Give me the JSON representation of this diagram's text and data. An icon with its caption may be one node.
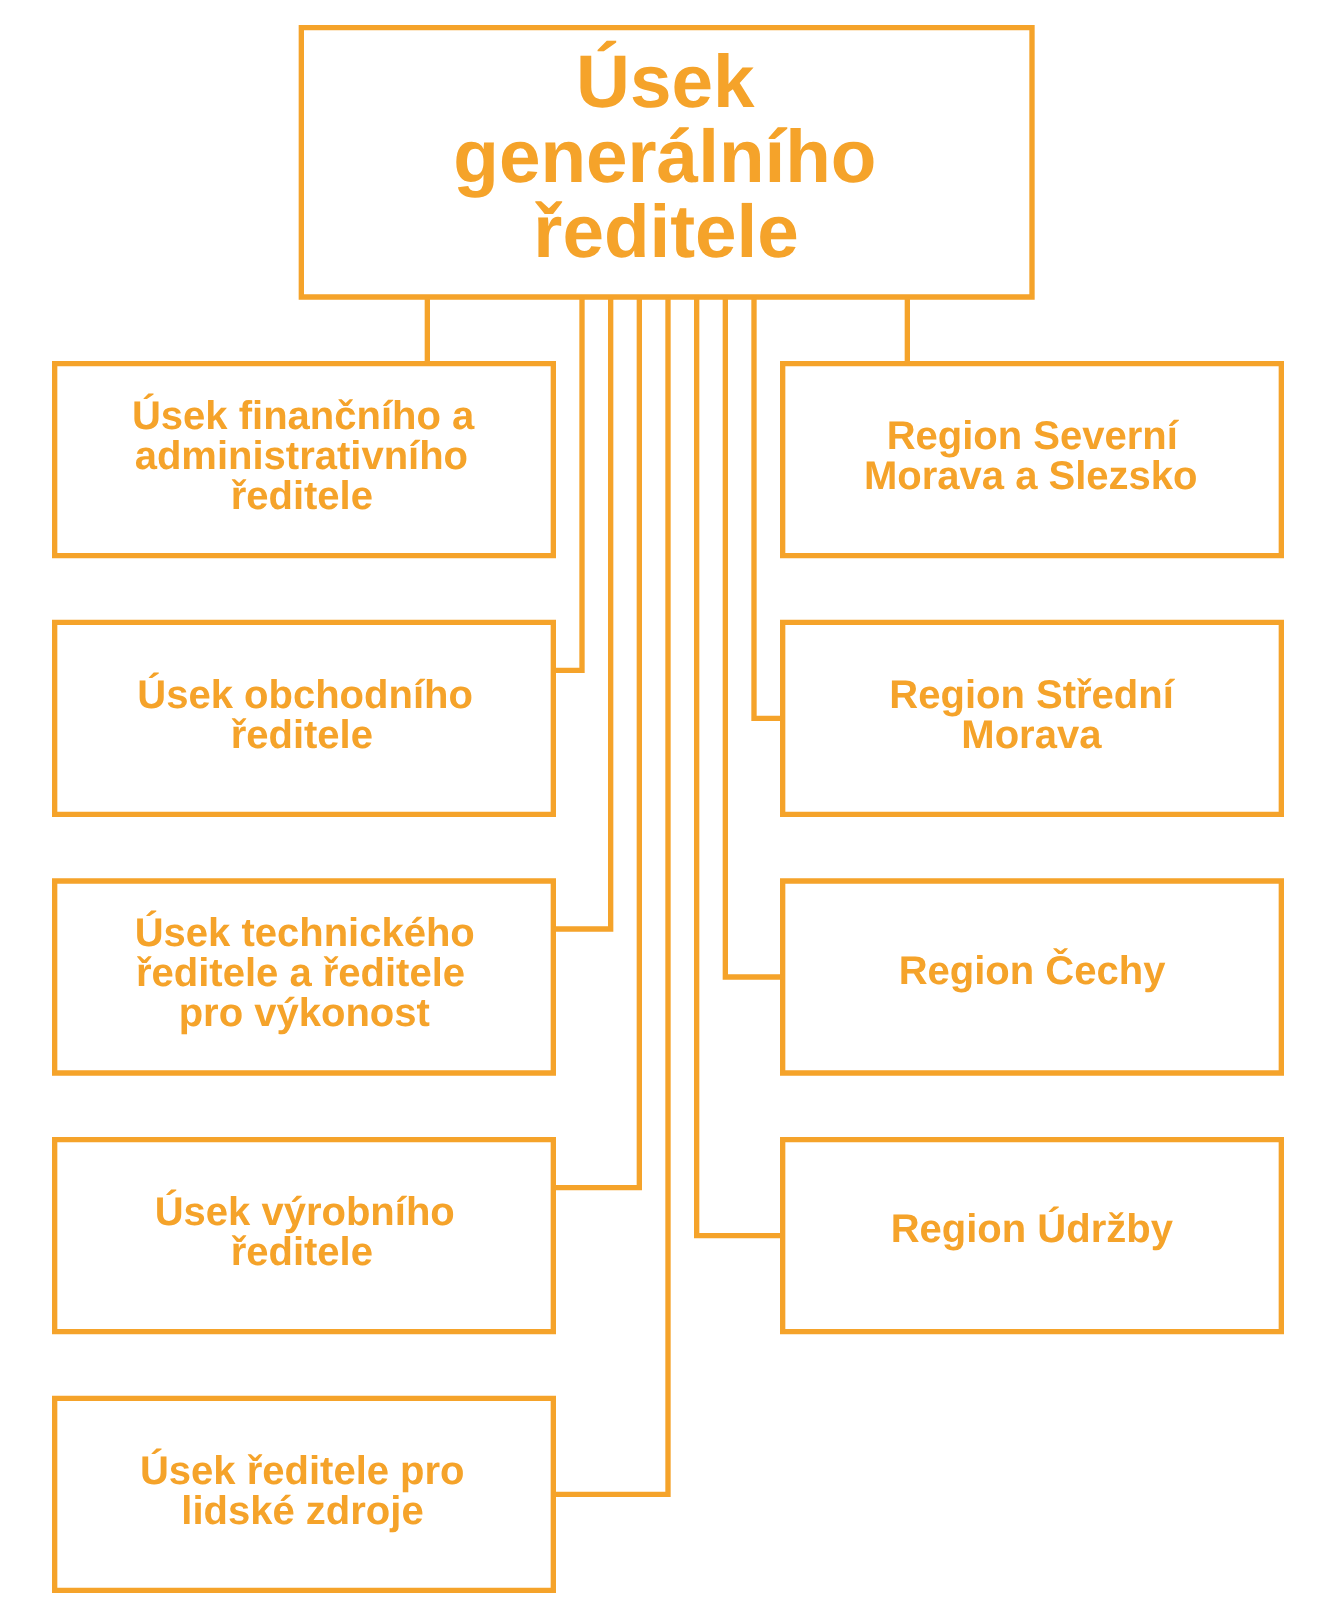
{
  "diagram": {
    "nodes": [
      {
        "text": [
          "Úsek generálního ředitele"
        ]
      },
      {
        "text": [
          "Úsek finančního a administrativního ředitele"
        ]
      },
      {
        "text": [
          "Region Severní Morava a Slezsko"
        ]
      },
      {
        "text": [
          "Úsek obchodního ředitele"
        ]
      },
      {
        "text": [
          "Region Střední Morava"
        ]
      },
      {
        "text": [
          "Úsek technického ředitele a ředitele pro výkonost"
        ]
      },
      {
        "text": [
          "Region Čechy"
        ]
      },
      {
        "text": [
          "Úsek výrobního ředitele"
        ]
      },
      {
        "text": [
          "Region Údržby"
        ]
      },
      {
        "text": [
          "Úsek ředitele pro lidské zdroje"
        ]
      }
    ],
    "edges": [
      {
        "from": 0,
        "to": 1,
        "arrow": "none"
      },
      {
        "from": 0,
        "to": 2,
        "arrow": "none"
      },
      {
        "from": 0,
        "to": 3,
        "arrow": "none"
      },
      {
        "from": 0,
        "to": 4,
        "arrow": "none"
      },
      {
        "from": 0,
        "to": 5,
        "arrow": "none"
      },
      {
        "from": 0,
        "to": 6,
        "arrow": "none"
      },
      {
        "from": 0,
        "to": 7,
        "arrow": "none"
      },
      {
        "from": 0,
        "to": 8,
        "arrow": "none"
      },
      {
        "from": 0,
        "to": 9,
        "arrow": "none"
      }
    ]
  }
}
